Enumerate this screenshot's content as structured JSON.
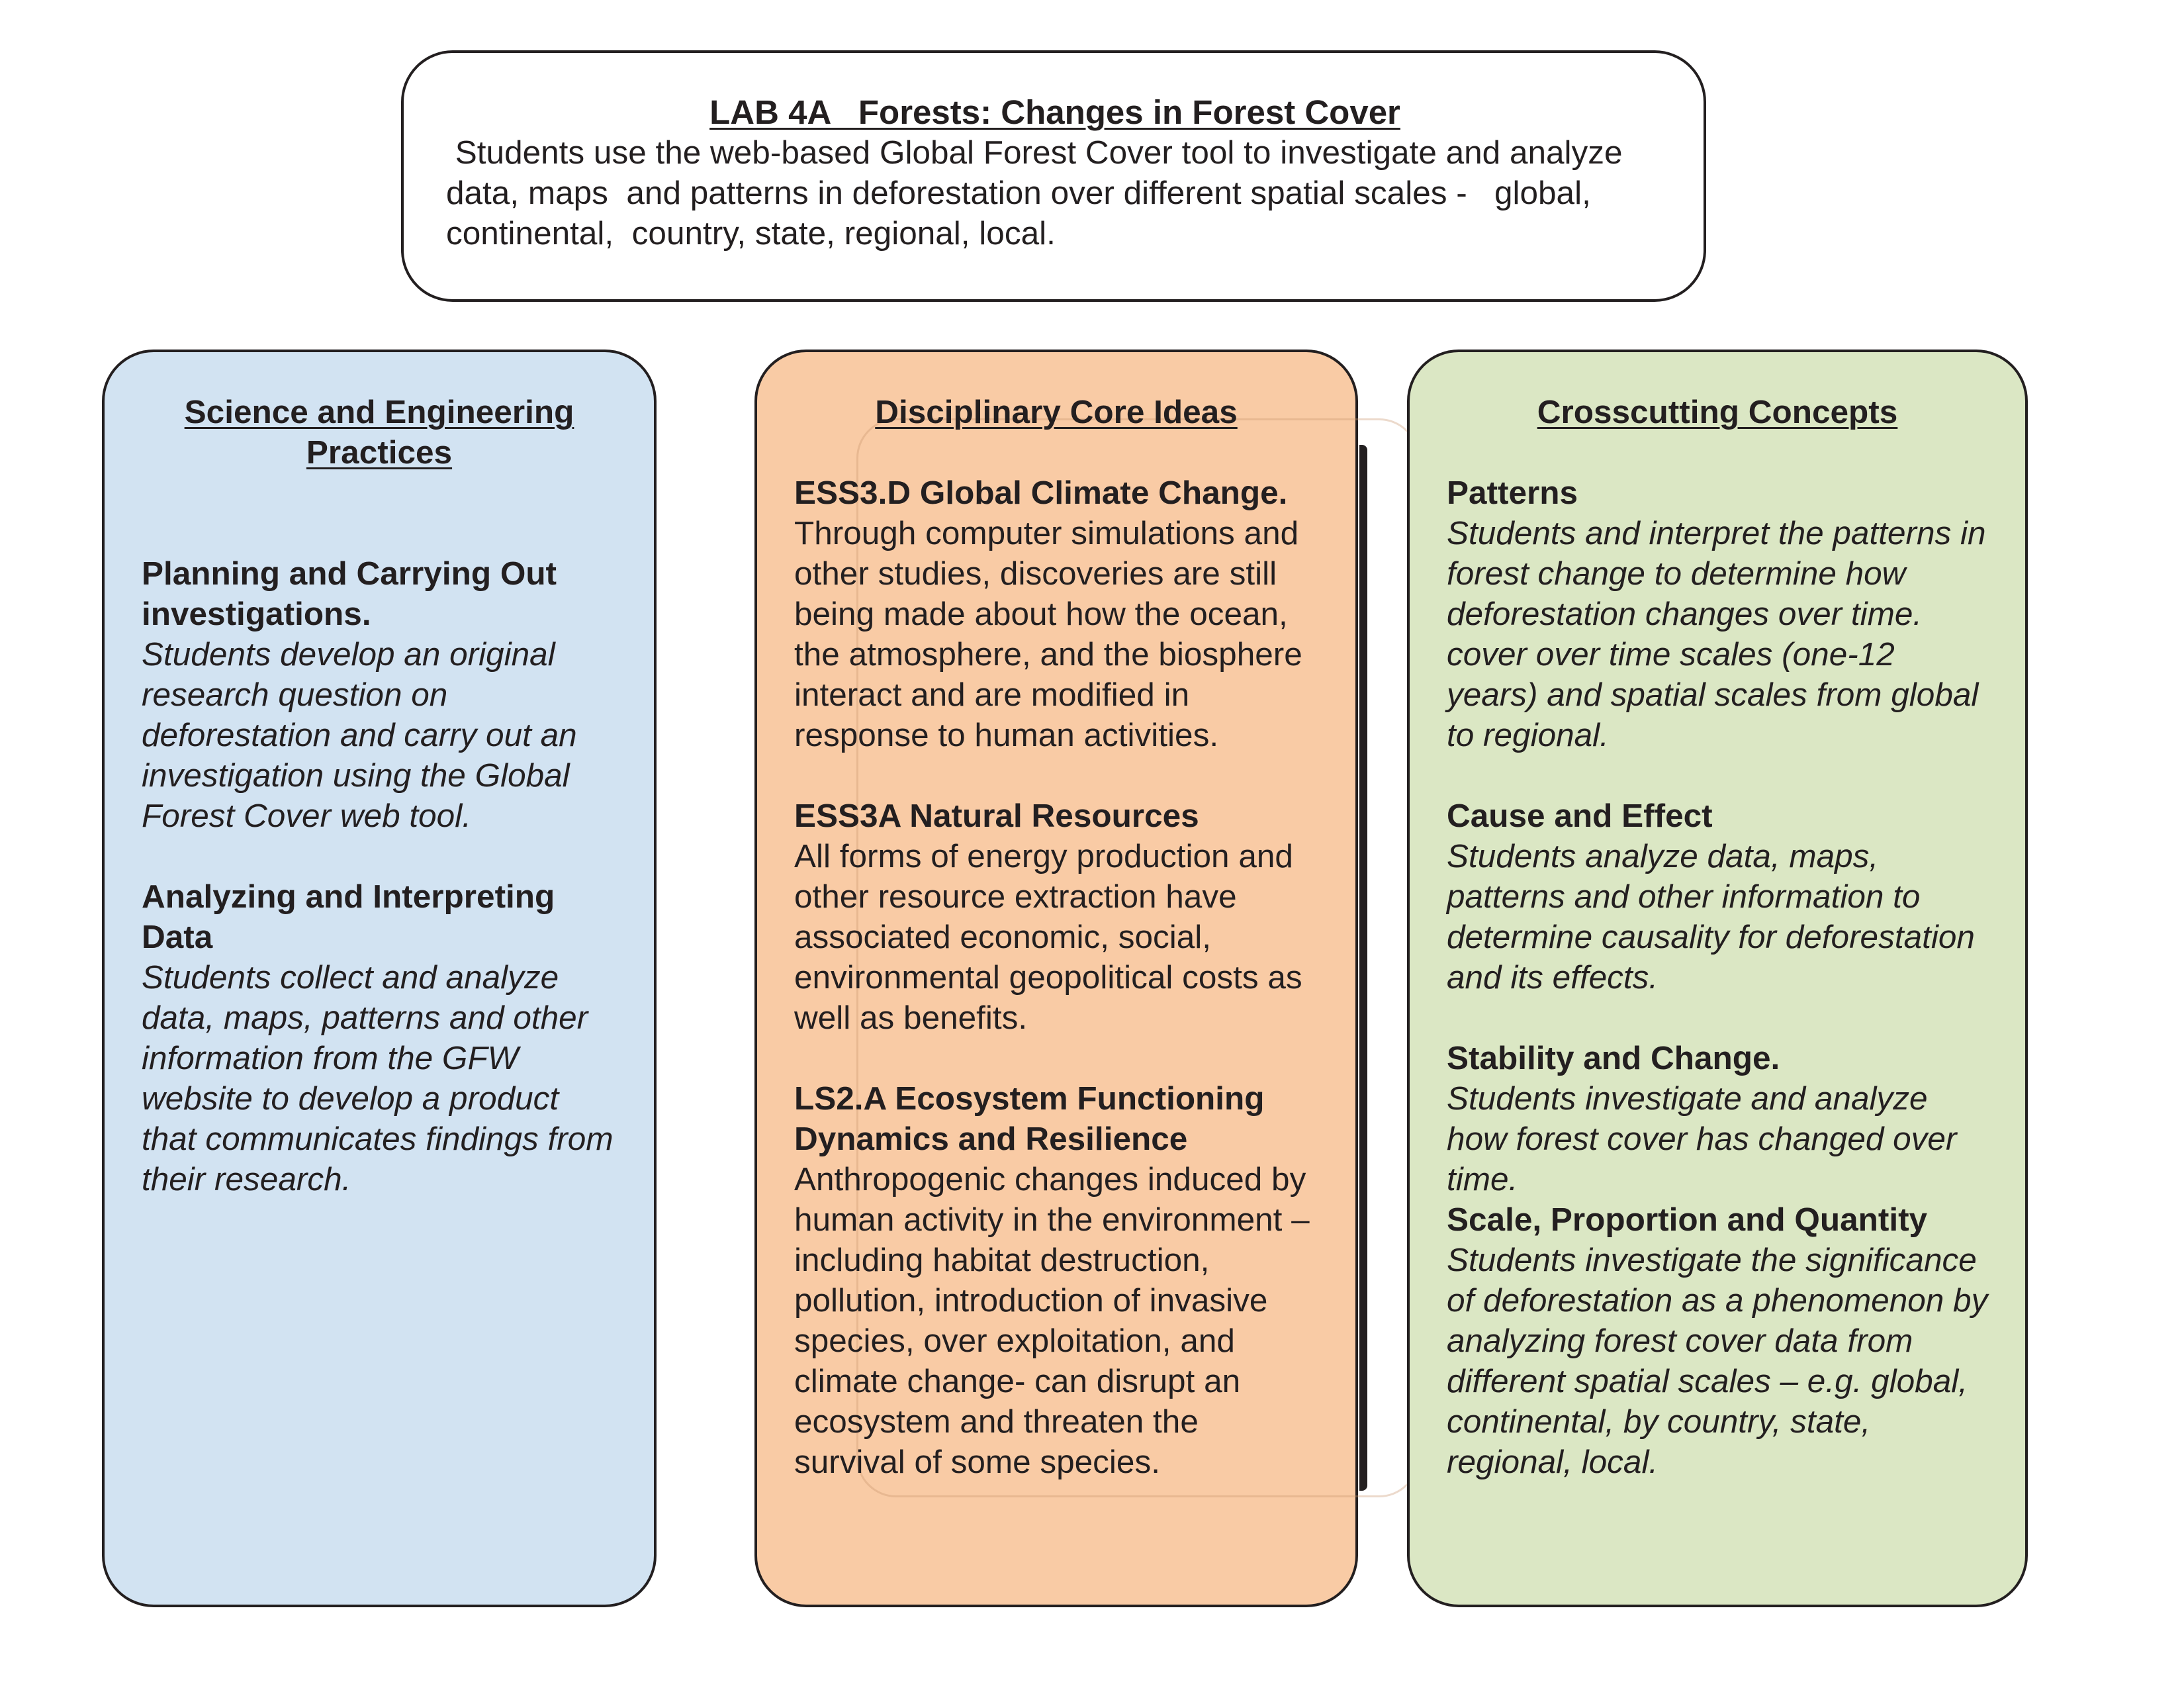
{
  "header": {
    "title": "LAB 4A   Forests: Changes in Forest Cover",
    "description": " Students use the web-based Global Forest Cover tool to investigate and analyze\ndata, maps  and patterns in deforestation over different spatial scales -   global,\ncontinental,  country, state, regional, local."
  },
  "columns": {
    "practices": {
      "heading": "Science and Engineering Practices",
      "entries": [
        {
          "title": "Planning and  Carrying Out investigations.",
          "body": "Students develop an original research question on deforestation and carry out an investigation using the Global Forest Cover web tool."
        },
        {
          "title": "Analyzing and Interpreting Data",
          "body": "Students collect and  analyze data, maps, patterns and other information from the  GFW website  to develop a  product that communicates findings from their research."
        }
      ]
    },
    "core_ideas": {
      "heading": "Disciplinary Core Ideas",
      "entries": [
        {
          "title": "ESS3.D  Global Climate Change.",
          "body": "Through computer simulations and other studies, discoveries are still being made about how the ocean, the atmosphere, and the biosphere interact and are modified in response to human activities."
        },
        {
          "title": "ESS3A Natural Resources",
          "body": "All forms of energy production and other resource extraction have associated economic, social, environmental geopolitical costs as well as benefits."
        },
        {
          "title": "LS2.A Ecosystem Functioning Dynamics and Resilience",
          "body": "Anthropogenic changes induced by human activity in the environment – including habitat destruction, pollution, introduction of invasive species, over exploitation, and climate change- can disrupt an ecosystem and threaten the survival of some species."
        }
      ]
    },
    "crosscutting": {
      "heading": "Crosscutting Concepts",
      "entries": [
        {
          "title": "Patterns",
          "body": "Students and interpret the patterns in forest change  to determine how deforestation changes over time. cover over time scales (one-12 years)  and spatial scales from global to regional."
        },
        {
          "title": "Cause and Effect",
          "body": "Students analyze data, maps, patterns and other information to determine causality for deforestation and its effects."
        },
        {
          "title": "Stability and Change.",
          "body": "Students investigate and analyze how forest cover has changed over time."
        },
        {
          "title": "Scale, Proportion and Quantity",
          "body": "Students investigate the significance of deforestation as a phenomenon by analyzing forest cover data from different spatial scales – e.g.  global, continental, by country, state, regional, local."
        }
      ]
    }
  },
  "colors": {
    "practices_fill": "#d2e3f2",
    "core_ideas_fill": "#f9cba5",
    "crosscutting_fill": "#dbe7c4",
    "outline": "#231f20"
  }
}
